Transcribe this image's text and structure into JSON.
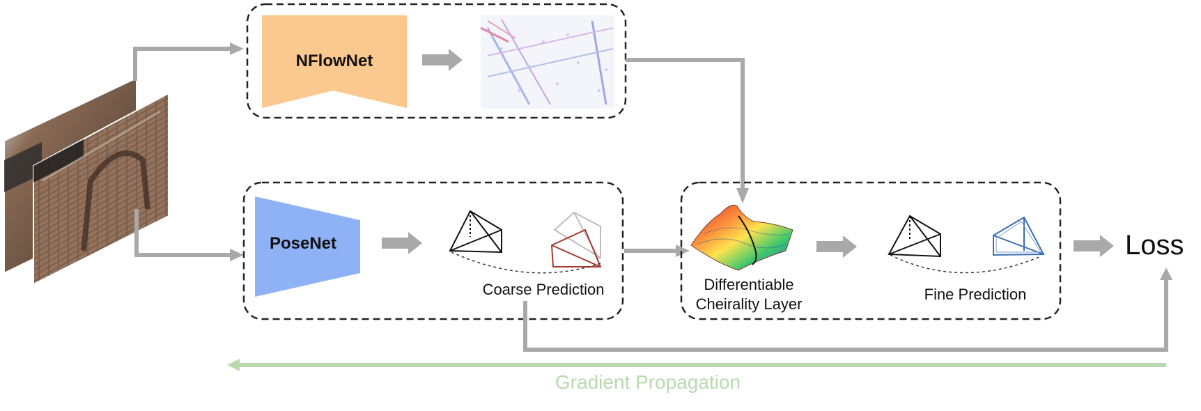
{
  "modules": {
    "nflownet": "NFlowNet",
    "posenet": "PoseNet"
  },
  "labels": {
    "coarse_prediction": "Coarse Prediction",
    "differentiable_line1": "Differentiable",
    "differentiable_line2": "Cheirality Layer",
    "fine_prediction": "Fine Prediction",
    "loss": "Loss",
    "gradient_propagation": "Gradient Propagation"
  },
  "colors": {
    "nflownet_fill": "#fbc88f",
    "posenet_fill": "#8fb2f7",
    "arrow_gray": "#a9a9a9",
    "gradient_green": "#b9dab0",
    "coarse_camera": "#a63a32",
    "fine_camera": "#3a6db2"
  },
  "icons": {
    "input_frames": "stacked-photo-frames-icon",
    "optical_flow": "flow-field-image-icon",
    "loss_surface": "3d-loss-surface-icon",
    "camera": "camera-frustum-icon"
  }
}
